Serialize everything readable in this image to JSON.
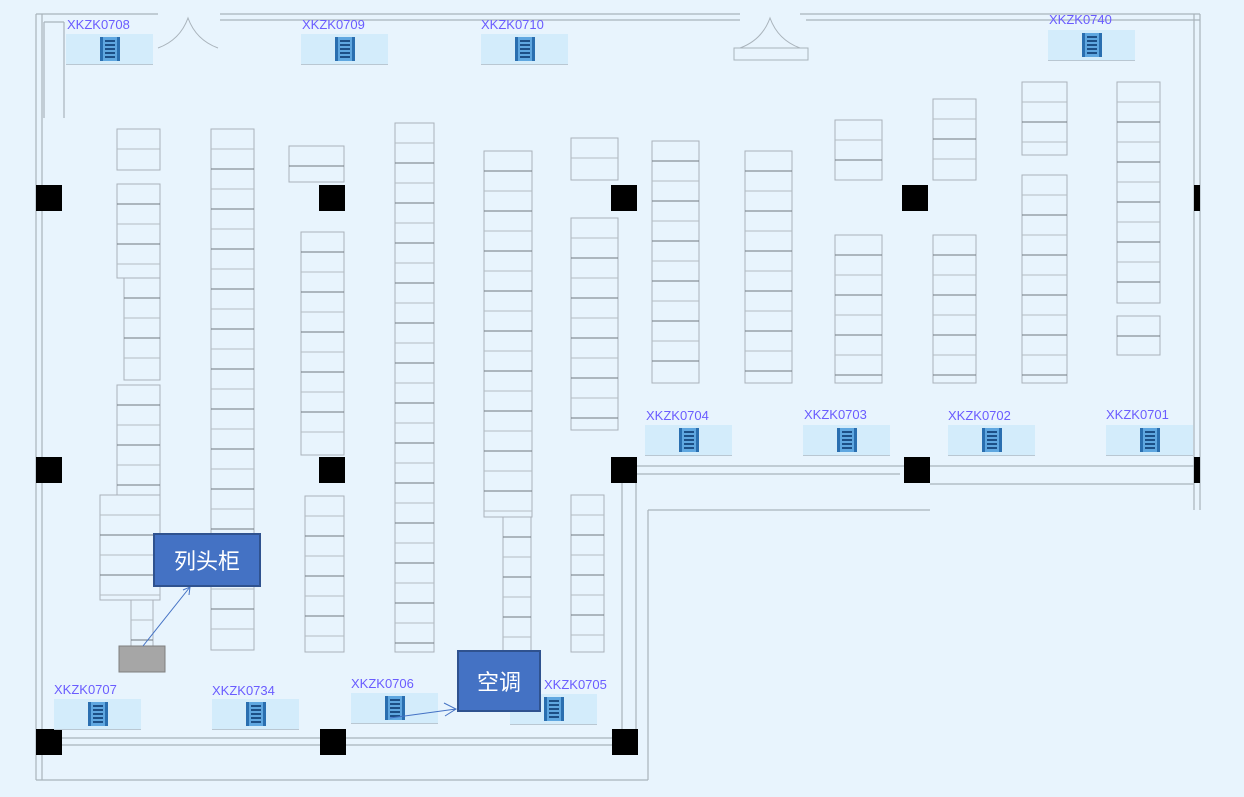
{
  "units": {
    "u0708": "XKZK0708",
    "u0709": "XKZK0709",
    "u0710": "XKZK0710",
    "u0740": "XKZK0740",
    "u0704": "XKZK0704",
    "u0703": "XKZK0703",
    "u0702": "XKZK0702",
    "u0701": "XKZK0701",
    "u0707": "XKZK0707",
    "u0734": "XKZK0734",
    "u0706": "XKZK0706",
    "u0705": "XKZK0705"
  },
  "callouts": {
    "column_head_cabinet": "列头柜",
    "air_conditioner": "空调"
  },
  "colors": {
    "background": "#e8f4fd",
    "label": "#6a5cff",
    "callout": "#4472c4"
  }
}
